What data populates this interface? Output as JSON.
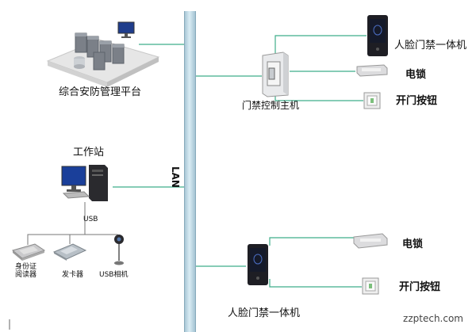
{
  "network": {
    "label": "LAN"
  },
  "nodes": {
    "platform": {
      "label": "综合安防管理平台"
    },
    "controller": {
      "label": "门禁控制主机"
    },
    "face_terminal_top": {
      "label": "人脸门禁一体机"
    },
    "lock_top": {
      "label": "电锁"
    },
    "button_top": {
      "label": "开门按钮"
    },
    "workstation": {
      "label": "工作站"
    },
    "usb": {
      "label": "USB"
    },
    "id_reader": {
      "label": "身份证\n阅读器",
      "line1": "身份证",
      "line2": "阅读器"
    },
    "card_issuer": {
      "label": "发卡器"
    },
    "usb_camera": {
      "label": "USB相机"
    },
    "face_terminal_bottom": {
      "label": "人脸门禁一体机"
    },
    "lock_bottom": {
      "label": "电锁"
    },
    "button_bottom": {
      "label": "开门按钮"
    }
  },
  "watermark": "zzptech.com",
  "colors": {
    "link_line": "#3fae8a",
    "bus": "#bcd9e6",
    "device_dark": "#1e1e24"
  },
  "icons": [
    "server-cluster-icon",
    "access-controller-icon",
    "face-terminal-icon",
    "electric-lock-icon",
    "exit-button-icon",
    "workstation-pc-icon",
    "id-reader-icon",
    "card-issuer-icon",
    "usb-camera-icon"
  ]
}
